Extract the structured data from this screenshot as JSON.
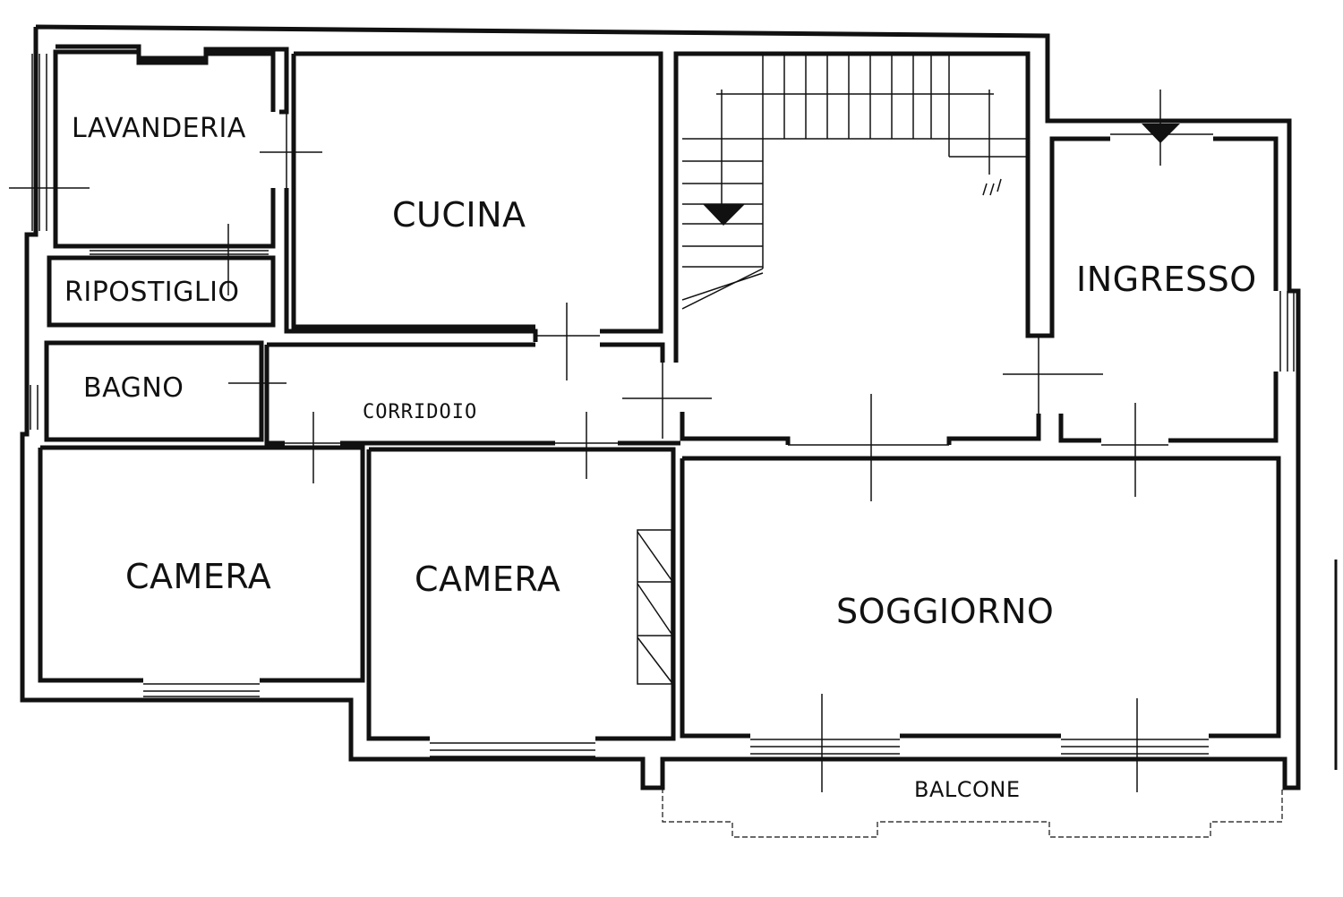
{
  "colors": {
    "ink": "#111111",
    "paper": "#ffffff"
  },
  "rooms": {
    "lavanderia": "LAVANDERIA",
    "cucina": "CUCINA",
    "ripostiglio": "RIPOSTIGLIO",
    "bagno": "BAGNO",
    "corridoio": "CORRIDOIO",
    "ingresso": "INGRESSO",
    "camera_1": "CAMERA",
    "camera_2": "CAMERA",
    "soggiorno": "SOGGIORNO",
    "balcone": "BALCONE"
  }
}
